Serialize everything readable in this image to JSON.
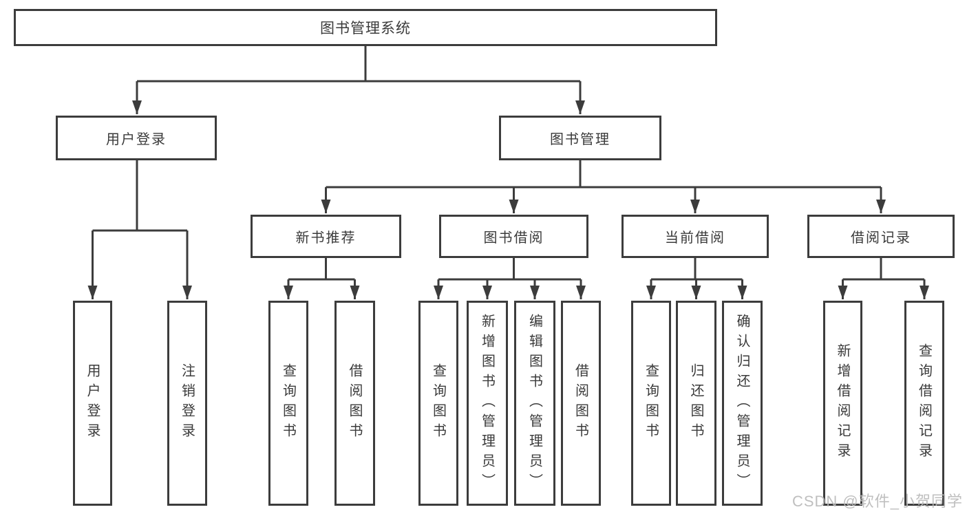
{
  "tree": {
    "label": "图书管理系统",
    "children": [
      {
        "label": "用户登录",
        "children": [
          {
            "label": "用户登录"
          },
          {
            "label": "注销登录"
          }
        ]
      },
      {
        "label": "图书管理",
        "children": [
          {
            "label": "新书推荐",
            "children": [
              {
                "label": "查询图书"
              },
              {
                "label": "借阅图书"
              }
            ]
          },
          {
            "label": "图书借阅",
            "children": [
              {
                "label": "查询图书"
              },
              {
                "label": "新增图书（管理员）"
              },
              {
                "label": "编辑图书（管理员）"
              },
              {
                "label": "借阅图书"
              }
            ]
          },
          {
            "label": "当前借阅",
            "children": [
              {
                "label": "查询图书"
              },
              {
                "label": "归还图书"
              },
              {
                "label": "确认归还（管理员）"
              }
            ]
          },
          {
            "label": "借阅记录",
            "children": [
              {
                "label": "新增借阅记录"
              },
              {
                "label": "查询借阅记录"
              }
            ]
          }
        ]
      }
    ]
  },
  "colors": {
    "line": "#3c3c3c",
    "text": "#3a3a3a",
    "watermark": "#bababa"
  },
  "watermark": "CSDN @软件_小贺同学"
}
